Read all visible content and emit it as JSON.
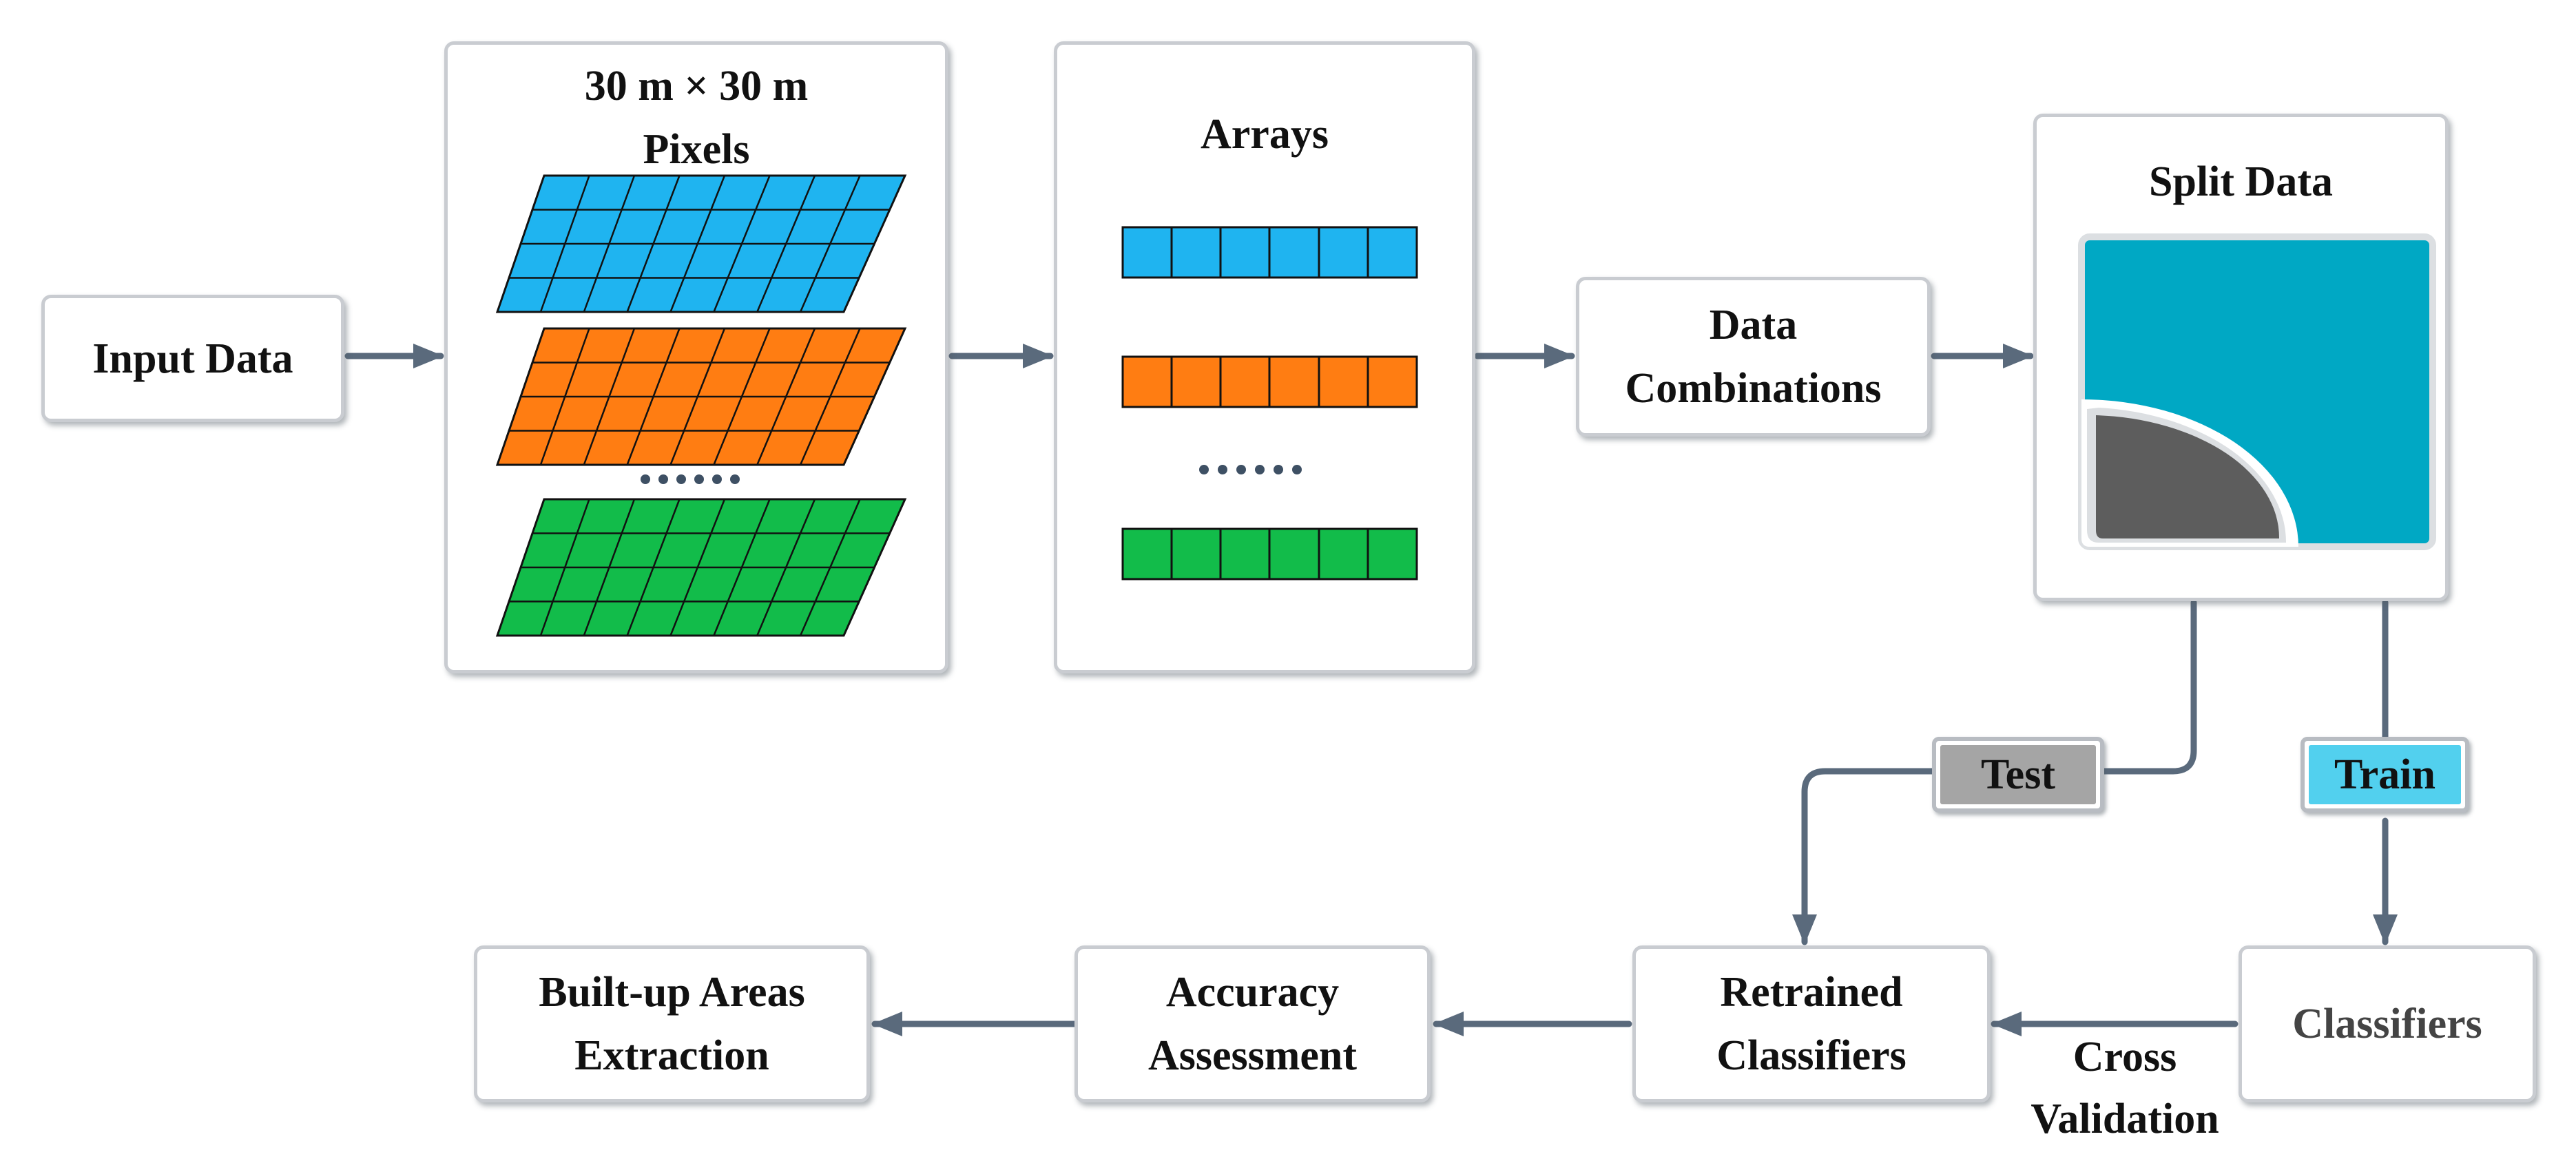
{
  "nodes": {
    "input": {
      "label": "Input Data"
    },
    "pixels": {
      "line1": "30 m × 30 m",
      "line2": "Pixels",
      "ellipsis": "……"
    },
    "arrays": {
      "label": "Arrays",
      "ellipsis": "……"
    },
    "combinations": {
      "line1": "Data",
      "line2": "Combinations"
    },
    "split": {
      "label": "Split Data"
    },
    "test": {
      "label": "Test"
    },
    "train": {
      "label": "Train"
    },
    "classifiers": {
      "label": "Classifiers"
    },
    "retrained": {
      "line1": "Retrained",
      "line2": "Classifiers"
    },
    "cross": {
      "line1": "Cross",
      "line2": "Validation"
    },
    "accuracy": {
      "line1": "Accuracy",
      "line2": "Assessment"
    },
    "builtup": {
      "line1": "Built-up Areas",
      "line2": "Extraction"
    }
  },
  "colors": {
    "blue": "#1fb4f0",
    "orange": "#ff7d12",
    "green": "#12bc4a",
    "teal": "#00a8c4",
    "dark_gray": "#5d5d5d",
    "test_gray": "#a5a5a5",
    "train_blue": "#52d0ee",
    "arrow": "#5a6a7c"
  },
  "icons": {
    "grid": "layer-grid-icon",
    "array": "array-strip-icon",
    "split": "split-pie-icon",
    "arrow": "arrow-icon"
  }
}
